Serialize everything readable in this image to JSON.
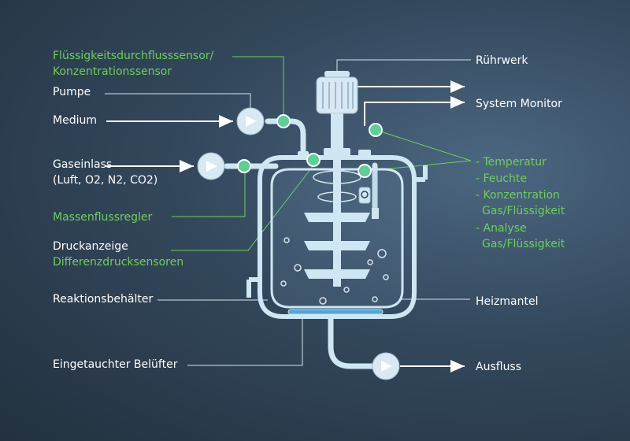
{
  "labels": {
    "flow_sensor_1": "Flüssigkeitsdurchflusssensor/",
    "flow_sensor_2": "Konzentrationssensor",
    "pumpe": "Pumpe",
    "medium": "Medium",
    "gaseinlass_1": "Gaseinlass",
    "gaseinlass_2": "(Luft, O2, N2, CO2)",
    "massenflussregler": "Massenflussregler",
    "druckanzeige": "Druckanzeige",
    "differenzdruck": "Differenzdrucksensoren",
    "reaktionsbehaelter": "Reaktionsbehälter",
    "belueftung": "Eingetauchter Belüfter",
    "ruehrwerk": "Rührwerk",
    "system_monitor": "System Monitor",
    "temperatur": "- Temperatur",
    "feuchte": "- Feuchte",
    "konzentration_1": "- Konzentration",
    "konzentration_2": "Gas/Flüssigkeit",
    "analyse_1": "- Analyse",
    "analyse_2": "Gas/Flüssigkeit",
    "heizmantel": "Heizmantel",
    "ausfluss": "Ausfluss"
  },
  "colors": {
    "line": "#d6e4ee",
    "accent_green": "#6fcf5a",
    "vessel_fill": "#cfe6f3",
    "sensor": "#5ecf95"
  }
}
